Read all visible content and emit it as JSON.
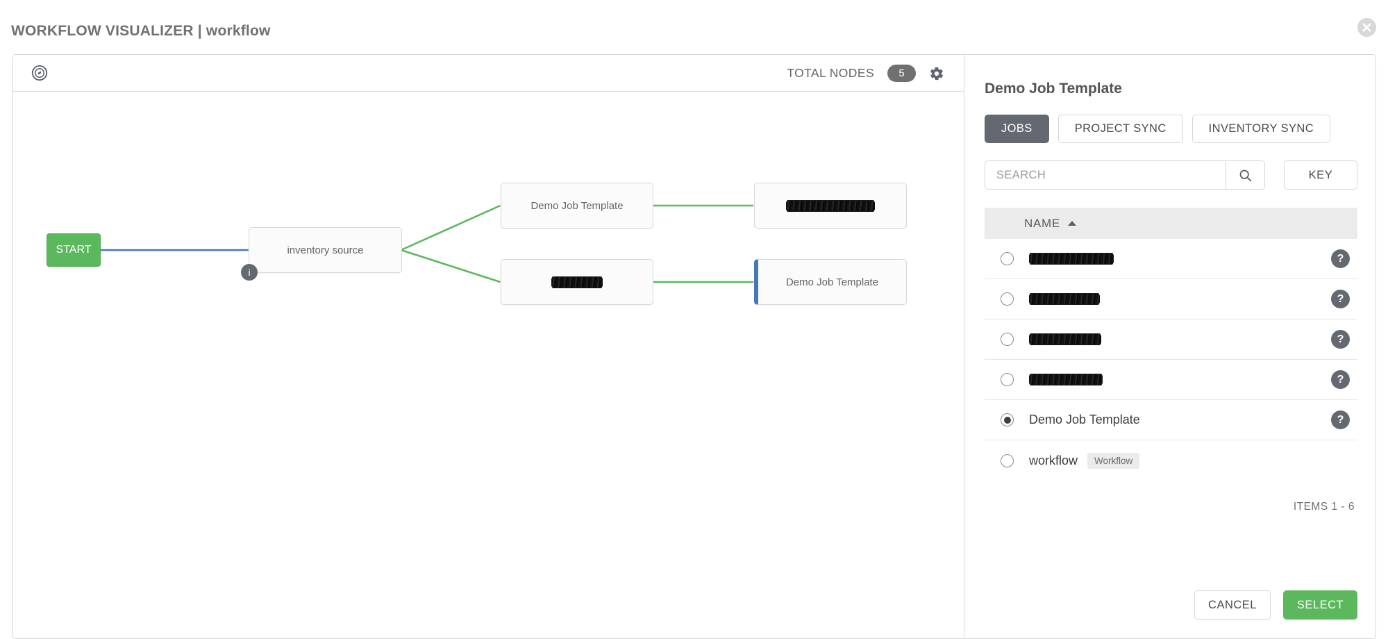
{
  "header": {
    "title": "WORKFLOW VISUALIZER | workflow",
    "close_icon": "close-circle-icon"
  },
  "graph": {
    "toolbar": {
      "compass_icon": "compass-icon",
      "total_nodes_label": "TOTAL NODES",
      "total_nodes_value": "5",
      "gear_icon": "gear-icon"
    },
    "nodes": [
      {
        "id": "start",
        "label": "START",
        "redacted": false,
        "selected": false,
        "badge": null
      },
      {
        "id": "inv",
        "label": "inventory source",
        "redacted": false,
        "selected": false,
        "badge": "i"
      },
      {
        "id": "top1",
        "label": "Demo Job Template",
        "redacted": false,
        "selected": false,
        "badge": null
      },
      {
        "id": "top2",
        "label": "",
        "redacted": true,
        "selected": false,
        "badge": null
      },
      {
        "id": "bot1",
        "label": "",
        "redacted": true,
        "selected": false,
        "badge": null
      },
      {
        "id": "bot2",
        "label": "Demo Job Template",
        "redacted": false,
        "selected": true,
        "badge": null
      }
    ],
    "edge_colors": {
      "start": "#4577bb",
      "success": "#5cb85c"
    }
  },
  "panel": {
    "title": "Demo Job Template",
    "tabs": [
      {
        "label": "JOBS",
        "active": true
      },
      {
        "label": "PROJECT SYNC",
        "active": false
      },
      {
        "label": "INVENTORY SYNC",
        "active": false
      }
    ],
    "search": {
      "value": "",
      "placeholder": "SEARCH",
      "icon": "search-icon"
    },
    "key_button": "KEY",
    "list_header": {
      "label": "NAME",
      "sort": "asc",
      "sort_icon": "caret-up-icon"
    },
    "rows": [
      {
        "name": "",
        "redacted": true,
        "redact_width": 122,
        "selected": false,
        "tag": null,
        "help": true
      },
      {
        "name": "",
        "redacted": true,
        "redact_width": 102,
        "selected": false,
        "tag": null,
        "help": true
      },
      {
        "name": "",
        "redacted": true,
        "redact_width": 104,
        "selected": false,
        "tag": null,
        "help": true
      },
      {
        "name": "",
        "redacted": true,
        "redact_width": 106,
        "selected": false,
        "tag": null,
        "help": true
      },
      {
        "name": "Demo Job Template",
        "redacted": false,
        "redact_width": 0,
        "selected": true,
        "tag": null,
        "help": true
      },
      {
        "name": "workflow",
        "redacted": false,
        "redact_width": 0,
        "selected": false,
        "tag": "Workflow",
        "help": false
      }
    ],
    "help_badge_glyph": "?",
    "items_count": "ITEMS  1 - 6",
    "cancel_label": "CANCEL",
    "select_label": "SELECT"
  },
  "colors": {
    "accent_green": "#5cb85c",
    "accent_blue": "#4577bb",
    "dark_gray": "#646971",
    "border": "#d7d7d7"
  }
}
